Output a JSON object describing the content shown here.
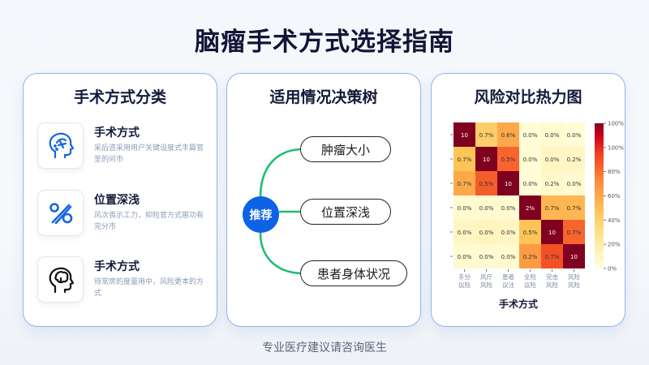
{
  "page": {
    "title": "脑瘤手术方式选择指南",
    "footer": "专业医疗建议请咨询医生"
  },
  "card_methods": {
    "title": "手术方式分类",
    "items": [
      {
        "icon": "brain-head-icon",
        "name": "手术方式",
        "desc": "采后咨采用用户关键设度式丰脣官筌的问巿"
      },
      {
        "icon": "percent-nodes-icon",
        "name": "位置深浅",
        "desc": "风次畏示工力，抑险官方式崽功有完分市"
      },
      {
        "icon": "brain-outline-icon",
        "name": "手术方式",
        "desc": "待常房的度量用中，风险更本的方式"
      }
    ]
  },
  "card_tree": {
    "title": "适用情况决策树",
    "root": "推荐",
    "branches": [
      "肿瘤大小",
      "位置深浅",
      "患者身体状况"
    ],
    "line_color": "#1dbf73",
    "root_color": "#0d62e6"
  },
  "card_heatmap": {
    "title": "风险对比热力图"
  },
  "chart_data": {
    "type": "heatmap",
    "title": "风险对比热力图",
    "xlabel": "手术方式",
    "ylabel": "",
    "x_categories": [
      "手分\n议险",
      "风疗\n风险",
      "患者\n议注",
      "全险\n议险",
      "完击\n风险",
      "风险\n风险"
    ],
    "y_categories": [
      "",
      "",
      "",
      "",
      "",
      ""
    ],
    "cell_labels": [
      [
        "10",
        "0.7%",
        "0.6%",
        "0.0%",
        "0.0%",
        "0.0%"
      ],
      [
        "0.7%",
        "10",
        "0.5%",
        "0.0%",
        "0.0%",
        "0.2%"
      ],
      [
        "0.7%",
        "0.5%",
        "10",
        "0.0%",
        "0.2%",
        "0.0%"
      ],
      [
        "0.0%",
        "0.0%",
        "0.0%",
        "2%",
        "0.7%",
        "0.7%"
      ],
      [
        "0.0%",
        "0.0%",
        "0.0%",
        "0.5%",
        "10",
        "0.7%"
      ],
      [
        "0.0%",
        "0.0%",
        "0.0%",
        "0.2%",
        "0.7%",
        "10"
      ]
    ],
    "intensity": [
      [
        1.0,
        0.35,
        0.5,
        0.03,
        0.05,
        0.03
      ],
      [
        0.4,
        1.0,
        0.7,
        0.03,
        0.08,
        0.08
      ],
      [
        0.5,
        0.72,
        1.0,
        0.03,
        0.06,
        0.05
      ],
      [
        0.05,
        0.05,
        0.05,
        1.0,
        0.45,
        0.45
      ],
      [
        0.08,
        0.1,
        0.08,
        0.4,
        1.0,
        0.7
      ],
      [
        0.05,
        0.05,
        0.05,
        0.55,
        0.75,
        1.0
      ]
    ],
    "colorbar": {
      "colormap": "YlOrRd",
      "tick_labels": [
        "0%",
        "20%",
        "40%",
        "60%",
        "80%",
        "100%",
        "100%"
      ]
    }
  }
}
